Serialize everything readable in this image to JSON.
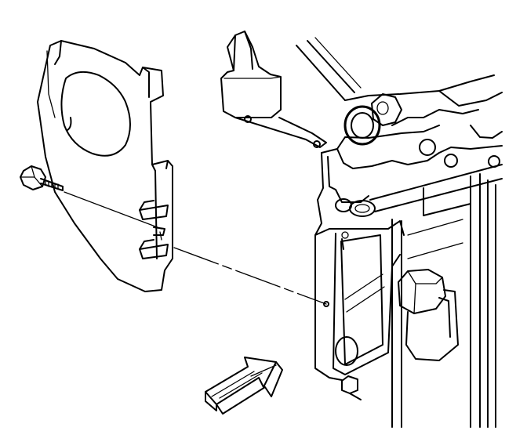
{
  "diagram": {
    "kind": "line-art-illustration",
    "parts": [
      "cover-plate",
      "bolt",
      "engine-block",
      "direction-arrow"
    ],
    "colors": {
      "ink": "#000000",
      "background": "#ffffff"
    }
  }
}
